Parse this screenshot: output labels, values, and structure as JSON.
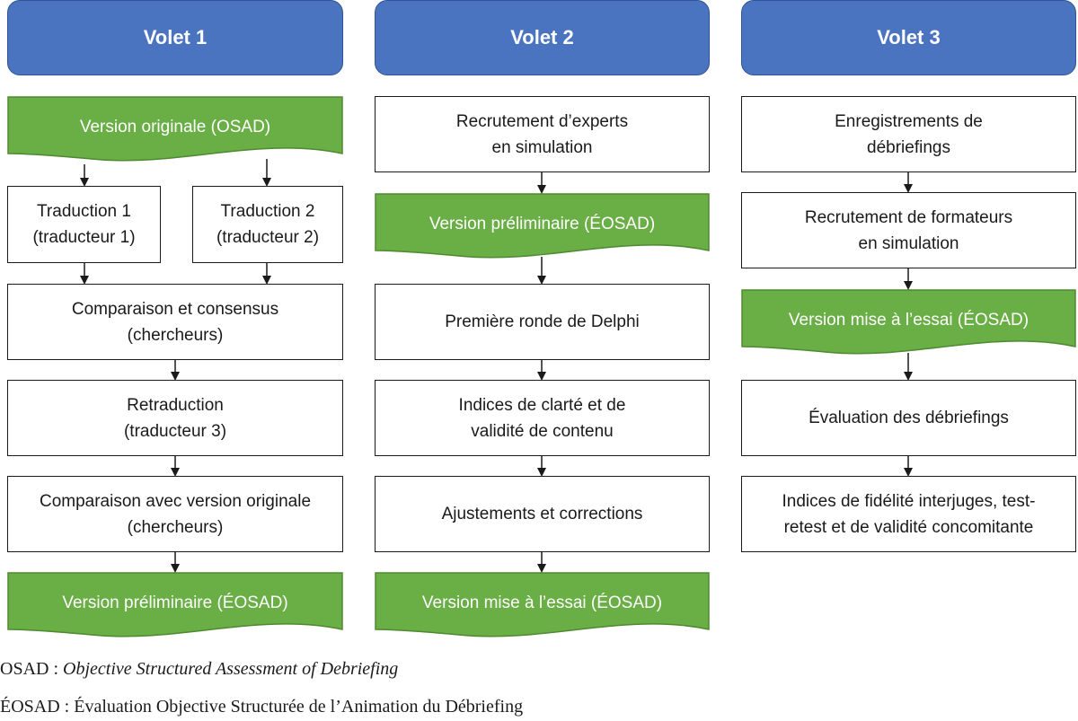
{
  "colors": {
    "header": "#4a74c0",
    "header_border": "#2f5597",
    "doc_fill": "#6aae46",
    "doc_border": "#4e8a30"
  },
  "volet1": {
    "title": "Volet 1",
    "start": "Version originale (OSAD)",
    "trad1": "Traduction 1\n(traducteur 1)",
    "trad2": "Traduction 2\n(traducteur 2)",
    "comparaison": "Comparaison et consensus\n(chercheurs)",
    "retraduction": "Retraduction\n(traducteur 3)",
    "comparaison_originale": "Comparaison avec version originale\n(chercheurs)",
    "result": "Version préliminaire (ÉOSAD)"
  },
  "volet2": {
    "title": "Volet 2",
    "recrutement": "Recrutement d’experts\nen simulation",
    "version": "Version préliminaire (ÉOSAD)",
    "delphi": "Première ronde de Delphi",
    "indices": "Indices de clarté et de\nvalidité de contenu",
    "ajustements": "Ajustements et corrections",
    "result": "Version mise à l’essai (ÉOSAD)"
  },
  "volet3": {
    "title": "Volet 3",
    "enregistrements": "Enregistrements de\ndébriefings",
    "recrutement": "Recrutement de formateurs\nen simulation",
    "version": "Version mise à l’essai (ÉOSAD)",
    "evaluation": "Évaluation des débriefings",
    "indices": "Indices de fidélité interjuges, test-\nretest et de validité concomitante"
  },
  "legend": {
    "osad_abbr": "OSAD : ",
    "osad_full": "Objective Structured Assessment of Debriefing",
    "eosad": "ÉOSAD : Évaluation Objective Structurée de l’Animation du Débriefing"
  }
}
